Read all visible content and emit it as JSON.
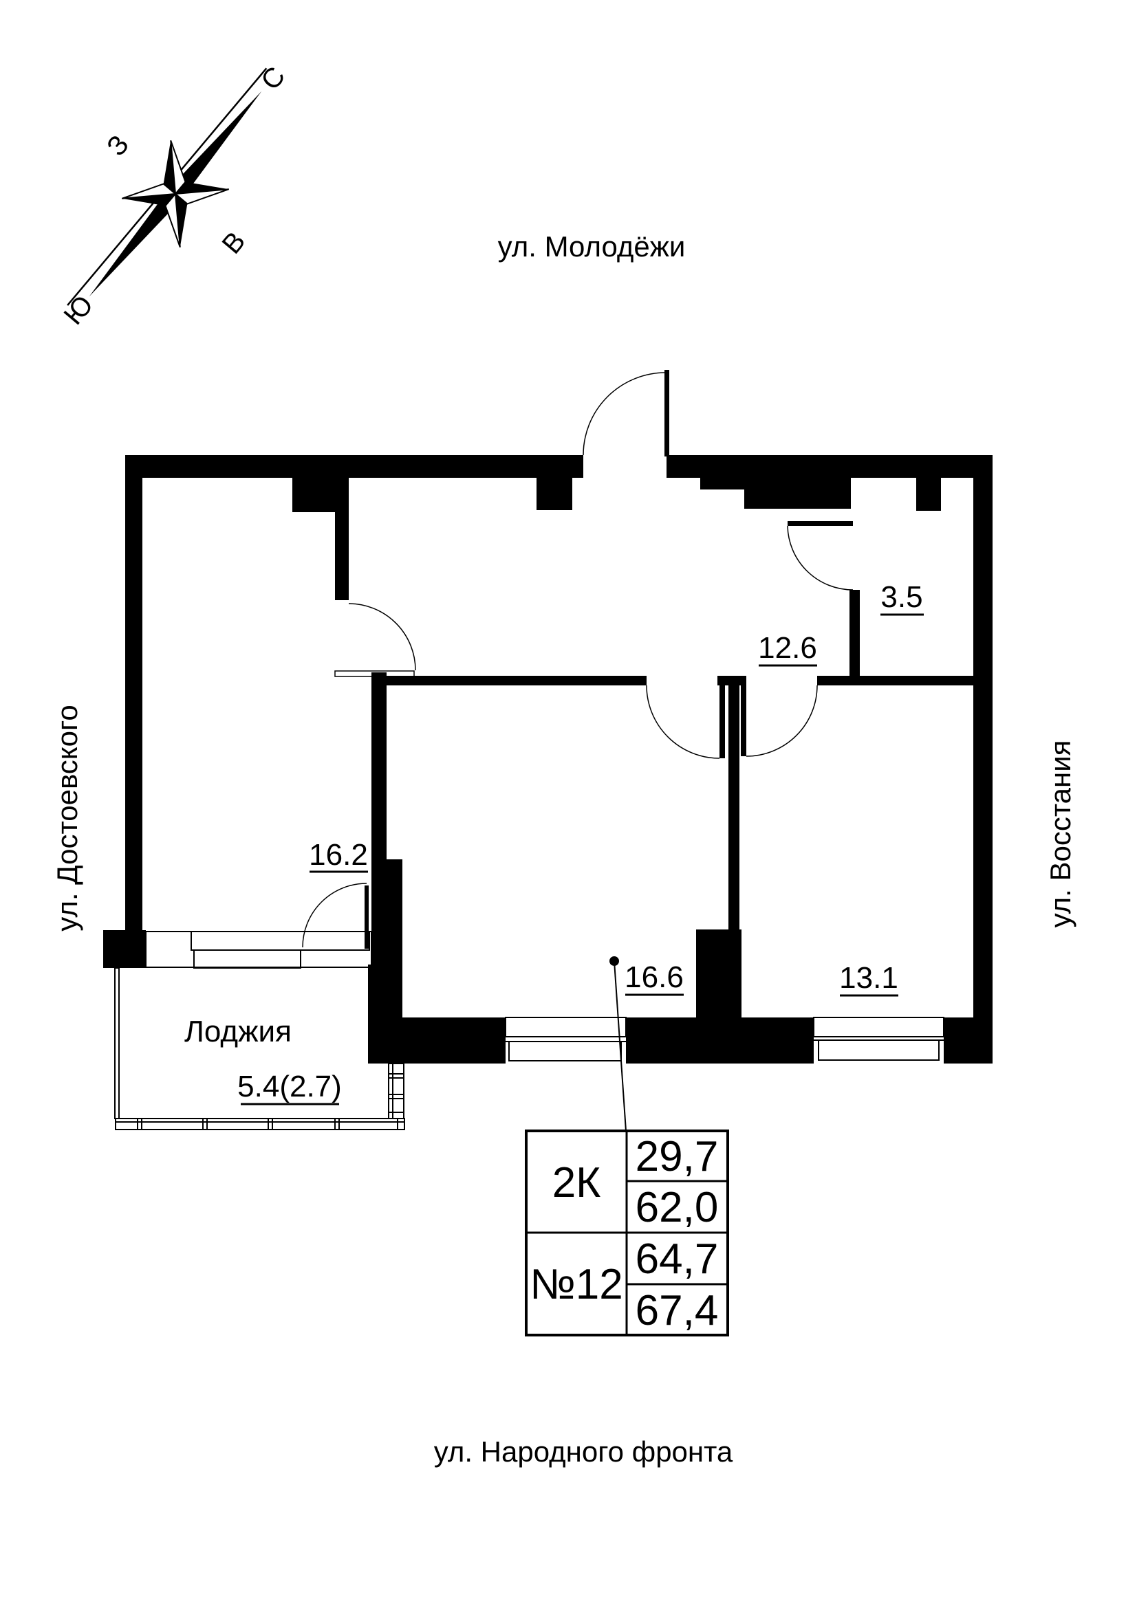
{
  "compass": {
    "north": "С",
    "south": "Ю",
    "west": "З",
    "east": "В"
  },
  "streets": {
    "top": "ул. Молодёжи",
    "left": "ул. Достоевского",
    "right": "ул. Восстания",
    "bottom": "ул. Народного фронта"
  },
  "rooms": {
    "room_16_2": {
      "area": "16.2"
    },
    "hall": {
      "area": "12.6"
    },
    "bathroom": {
      "area": "3.5"
    },
    "room_16_6": {
      "area": "16.6"
    },
    "room_13_1": {
      "area": "13.1"
    },
    "loggia": {
      "name": "Лоджия",
      "area": "5.4(2.7)"
    }
  },
  "info_table": {
    "rooms_type": "2К",
    "apartment_number": "№12",
    "values": [
      "29,7",
      "62,0",
      "64,7",
      "67,4"
    ]
  },
  "colors": {
    "walls": "#000000",
    "background": "#ffffff"
  }
}
